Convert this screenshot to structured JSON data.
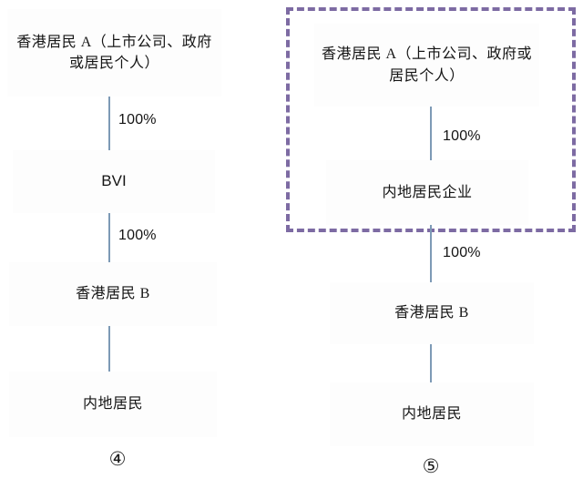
{
  "colors": {
    "node_border": "#e69b44",
    "node_fill": "#fdfdfd",
    "connector": "#7d9ab6",
    "group_outline": "#7d6ba3",
    "text": "#151515",
    "background": "#ffffff"
  },
  "diagrams": [
    {
      "id": "diagram-4",
      "caption": "④",
      "nodes": [
        {
          "label": "香港居民 A（上市公司、政府或居民个人）",
          "script": "cjk"
        },
        {
          "label": "BVI",
          "script": "latin"
        },
        {
          "label": "香港居民 B",
          "script": "cjk"
        },
        {
          "label": "内地居民",
          "script": "cjk"
        }
      ],
      "edges": [
        {
          "from": "香港居民 A（上市公司、政府或居民个人）",
          "to": "BVI",
          "label": "100%"
        },
        {
          "from": "BVI",
          "to": "香港居民 B",
          "label": "100%"
        },
        {
          "from": "香港居民 B",
          "to": "内地居民",
          "label": ""
        }
      ],
      "group_outline": null
    },
    {
      "id": "diagram-5",
      "caption": "⑤",
      "nodes": [
        {
          "label": "香港居民 A（上市公司、政府或居民个人）",
          "script": "cjk"
        },
        {
          "label": "内地居民企业",
          "script": "cjk"
        },
        {
          "label": "香港居民 B",
          "script": "cjk"
        },
        {
          "label": "内地居民",
          "script": "cjk"
        }
      ],
      "edges": [
        {
          "from": "香港居民 A（上市公司、政府或居民个人）",
          "to": "内地居民企业",
          "label": "100%"
        },
        {
          "from": "内地居民企业",
          "to": "香港居民 B",
          "label": "100%"
        },
        {
          "from": "香港居民 B",
          "to": "内地居民",
          "label": ""
        }
      ],
      "group_outline": {
        "style": "dashed",
        "encloses": [
          "香港居民 A（上市公司、政府或居民个人）",
          "内地居民企业"
        ]
      }
    }
  ]
}
